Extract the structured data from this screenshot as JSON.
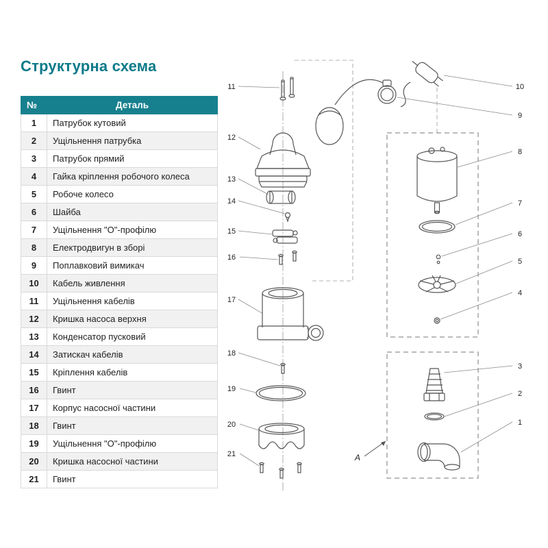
{
  "page": {
    "title": "Структурна схема"
  },
  "colors": {
    "accent": "#0d7a8a",
    "table_header_bg": "#17808e",
    "row_alt_bg": "#f1f1f1",
    "line_color": "#555555"
  },
  "table": {
    "headers": {
      "num": "№",
      "name": "Деталь"
    },
    "rows": [
      {
        "num": "1",
        "name": "Патрубок кутовий"
      },
      {
        "num": "2",
        "name": "Ущільнення патрубка"
      },
      {
        "num": "3",
        "name": "Патрубок прямий"
      },
      {
        "num": "4",
        "name": "Гайка кріплення робочого колеса"
      },
      {
        "num": "5",
        "name": "Робоче колесо"
      },
      {
        "num": "6",
        "name": "Шайба"
      },
      {
        "num": "7",
        "name": "Ущільнення \"О\"-профілю"
      },
      {
        "num": "8",
        "name": "Електродвигун в зборі"
      },
      {
        "num": "9",
        "name": "Поплавковий вимикач"
      },
      {
        "num": "10",
        "name": "Кабель живлення"
      },
      {
        "num": "11",
        "name": "Ущільнення кабелів"
      },
      {
        "num": "12",
        "name": "Кришка насоса верхня"
      },
      {
        "num": "13",
        "name": "Конденсатор пусковий"
      },
      {
        "num": "14",
        "name": "Затискач кабелів"
      },
      {
        "num": "15",
        "name": "Кріплення кабелів"
      },
      {
        "num": "16",
        "name": "Гвинт"
      },
      {
        "num": "17",
        "name": "Корпус насосної частини"
      },
      {
        "num": "18",
        "name": "Гвинт"
      },
      {
        "num": "19",
        "name": "Ущільнення \"О\"-профілю"
      },
      {
        "num": "20",
        "name": "Кришка насосної частини"
      },
      {
        "num": "21",
        "name": "Гвинт"
      }
    ]
  },
  "diagram": {
    "label_a": "A",
    "callouts_left": [
      "11",
      "12",
      "13",
      "14",
      "15",
      "16",
      "17",
      "18",
      "19",
      "20",
      "21"
    ],
    "callouts_right": [
      "10",
      "9",
      "8",
      "7",
      "6",
      "5",
      "4",
      "3",
      "2",
      "1"
    ]
  }
}
